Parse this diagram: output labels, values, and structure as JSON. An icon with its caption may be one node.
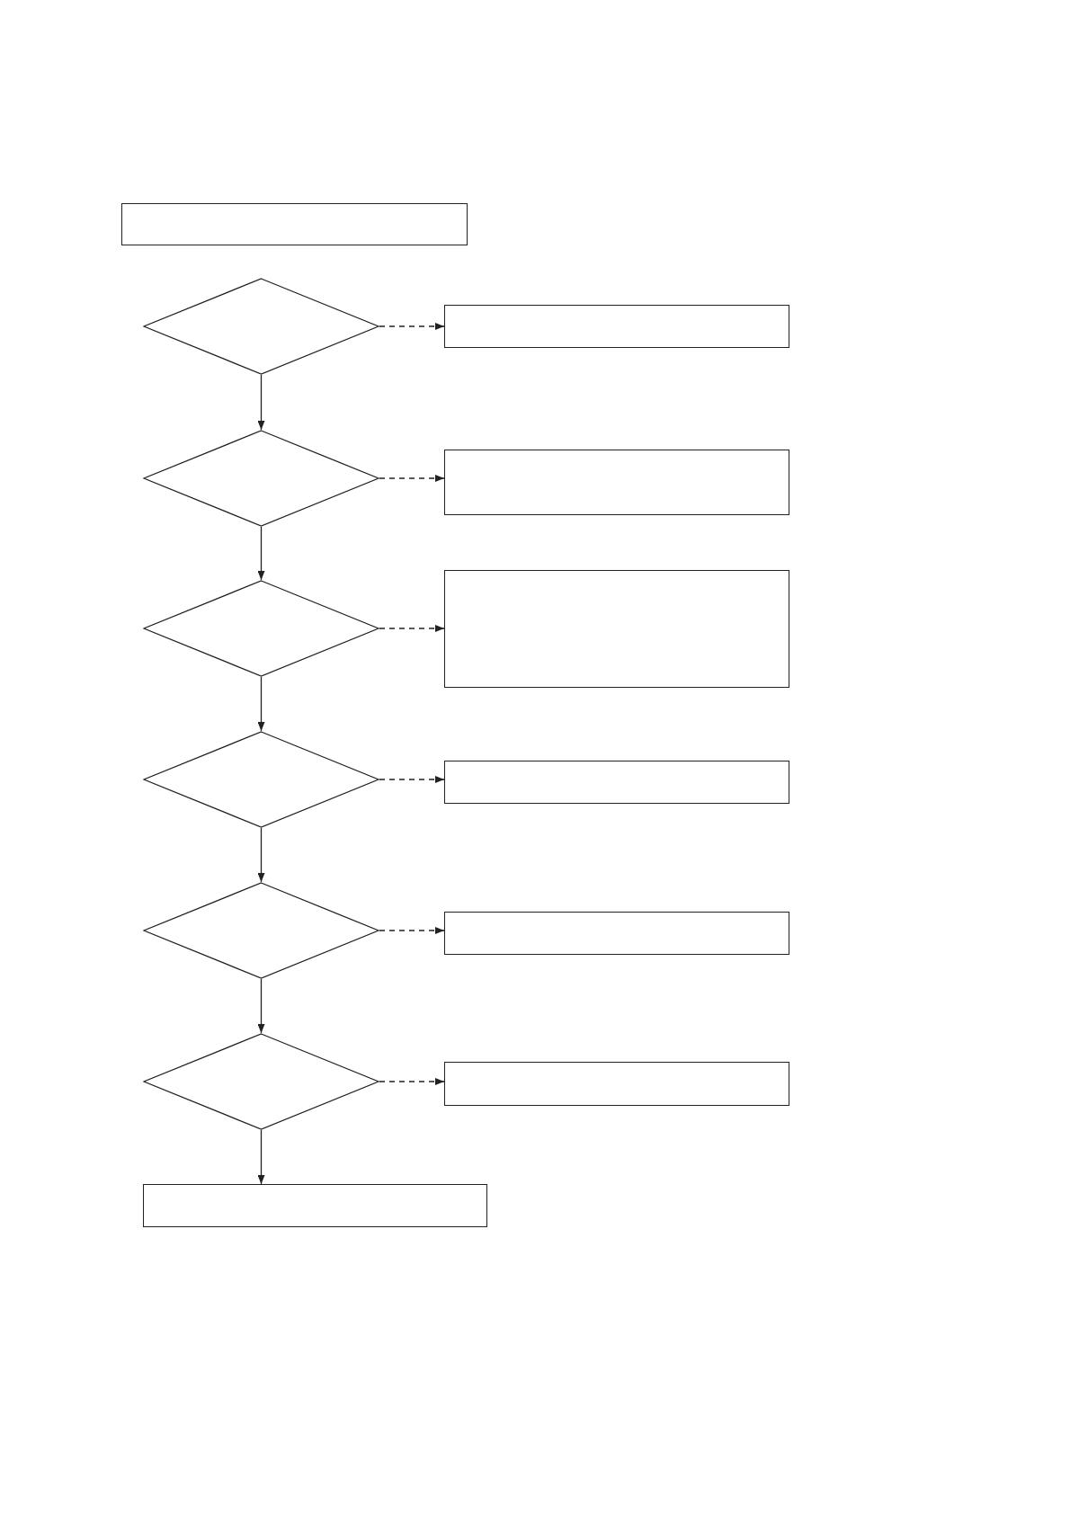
{
  "diagram": {
    "nodes": [
      {
        "text": [],
        "shape": "box"
      },
      {
        "text": [],
        "shape": "diamond"
      },
      {
        "text": [],
        "shape": "box"
      },
      {
        "text": [],
        "shape": "diamond"
      },
      {
        "text": [],
        "shape": "box"
      },
      {
        "text": [],
        "shape": "diamond"
      },
      {
        "text": [],
        "shape": "box"
      },
      {
        "text": [],
        "shape": "diamond"
      },
      {
        "text": [],
        "shape": "box"
      },
      {
        "text": [],
        "shape": "diamond"
      },
      {
        "text": [],
        "shape": "box"
      },
      {
        "text": [],
        "shape": "diamond"
      },
      {
        "text": [],
        "shape": "box"
      },
      {
        "text": [],
        "shape": "box"
      }
    ],
    "edges": [
      {
        "from": 1,
        "to": 2,
        "arrow": "to",
        "style": "dashed"
      },
      {
        "from": 1,
        "to": 3,
        "arrow": "to"
      },
      {
        "from": 3,
        "to": 4,
        "arrow": "to",
        "style": "dashed"
      },
      {
        "from": 3,
        "to": 5,
        "arrow": "to"
      },
      {
        "from": 5,
        "to": 6,
        "arrow": "to",
        "style": "dashed"
      },
      {
        "from": 5,
        "to": 7,
        "arrow": "to"
      },
      {
        "from": 7,
        "to": 8,
        "arrow": "to",
        "style": "dashed"
      },
      {
        "from": 7,
        "to": 9,
        "arrow": "to"
      },
      {
        "from": 9,
        "to": 10,
        "arrow": "to",
        "style": "dashed"
      },
      {
        "from": 9,
        "to": 11,
        "arrow": "to"
      },
      {
        "from": 11,
        "to": 12,
        "arrow": "to",
        "style": "dashed"
      },
      {
        "from": 11,
        "to": 13,
        "arrow": "to"
      }
    ]
  }
}
